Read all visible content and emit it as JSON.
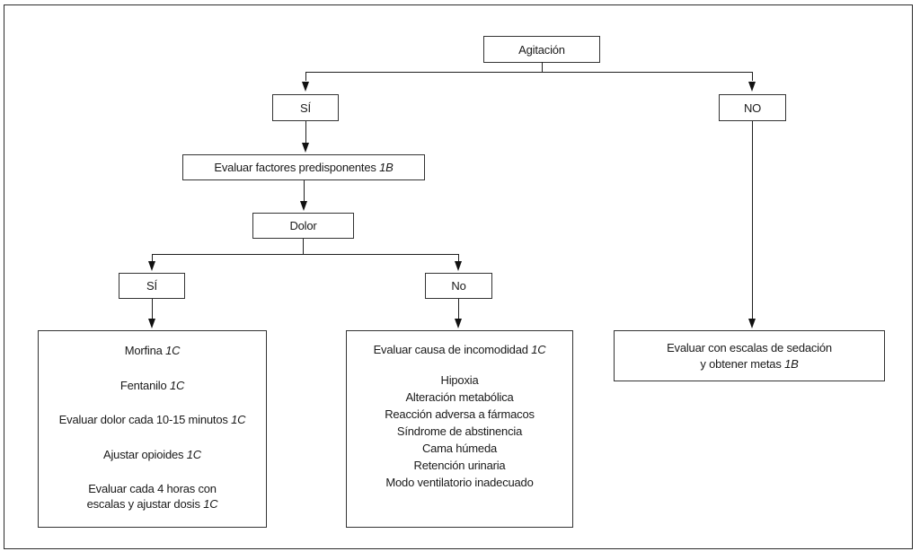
{
  "diagram": {
    "root": {
      "label": "Agitación"
    },
    "level1": {
      "yes": {
        "label": "SÍ"
      },
      "no": {
        "label": "NO"
      }
    },
    "predisposing": {
      "text": "Evaluar factores predisponentes",
      "grade": "1B"
    },
    "pain": {
      "label": "Dolor"
    },
    "level2": {
      "yes": {
        "label": "SÍ"
      },
      "no": {
        "label": "No"
      }
    },
    "pain_yes": {
      "items": [
        {
          "text": "Morfina",
          "grade": "1C"
        },
        {
          "text": "Fentanilo",
          "grade": "1C"
        },
        {
          "text": "Evaluar dolor cada 10-15 minutos",
          "grade": "1C"
        },
        {
          "text": "Ajustar opioides",
          "grade": "1C"
        },
        {
          "text": "Evaluar cada 4 horas con",
          "text2": "escalas y ajustar dosis",
          "grade": "1C"
        }
      ]
    },
    "pain_no": {
      "header": {
        "text": "Evaluar causa de incomodidad",
        "grade": "1C"
      },
      "causes": [
        "Hipoxia",
        "Alteración metabólica",
        "Reacción adversa a fármacos",
        "Síndrome de abstinencia",
        "Cama húmeda",
        "Retención urinaria",
        "Modo ventilatorio inadecuado"
      ]
    },
    "no_branch": {
      "text": "Evaluar con escalas de sedación",
      "text2": "y obtener metas",
      "grade": "1B"
    }
  }
}
